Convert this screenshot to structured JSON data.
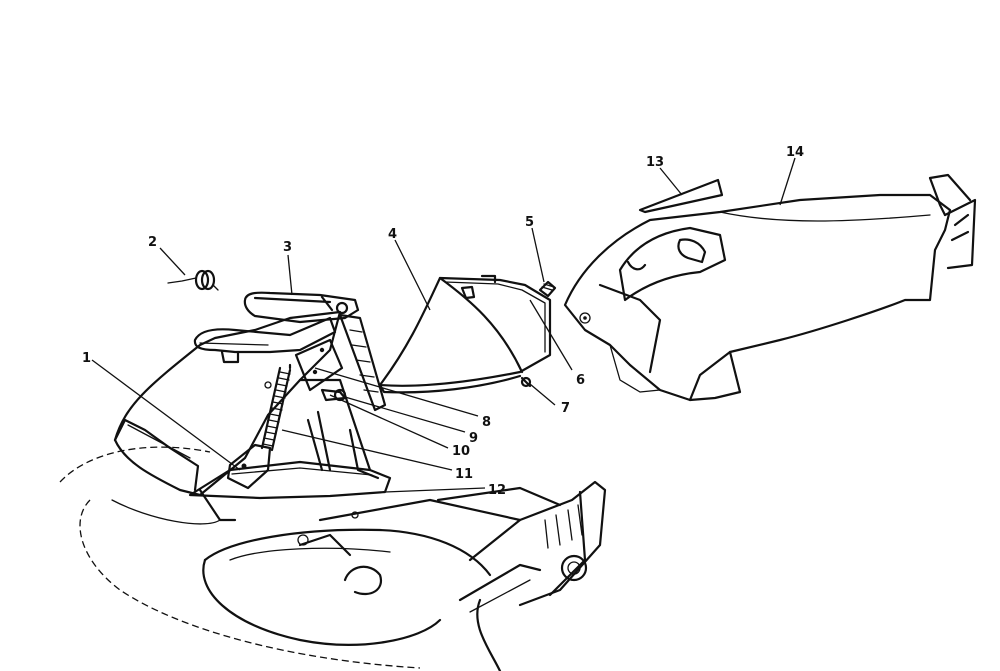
{
  "callouts": [
    {
      "id": "1",
      "part": "1"
    },
    {
      "id": "2",
      "part": "2"
    },
    {
      "id": "3",
      "part": "3"
    },
    {
      "id": "4",
      "part": "4"
    },
    {
      "id": "5",
      "part": "5"
    },
    {
      "id": "6",
      "part": "6"
    },
    {
      "id": "7",
      "part": "7"
    },
    {
      "id": "8",
      "part": "8"
    },
    {
      "id": "9",
      "part": "9"
    },
    {
      "id": "10",
      "part": "10"
    },
    {
      "id": "11",
      "part": "11"
    },
    {
      "id": "12",
      "part": "12"
    },
    {
      "id": "13",
      "part": "13"
    },
    {
      "id": "14",
      "part": "14"
    }
  ],
  "colors": {
    "ink": "#111111",
    "paper": "#ffffff"
  }
}
